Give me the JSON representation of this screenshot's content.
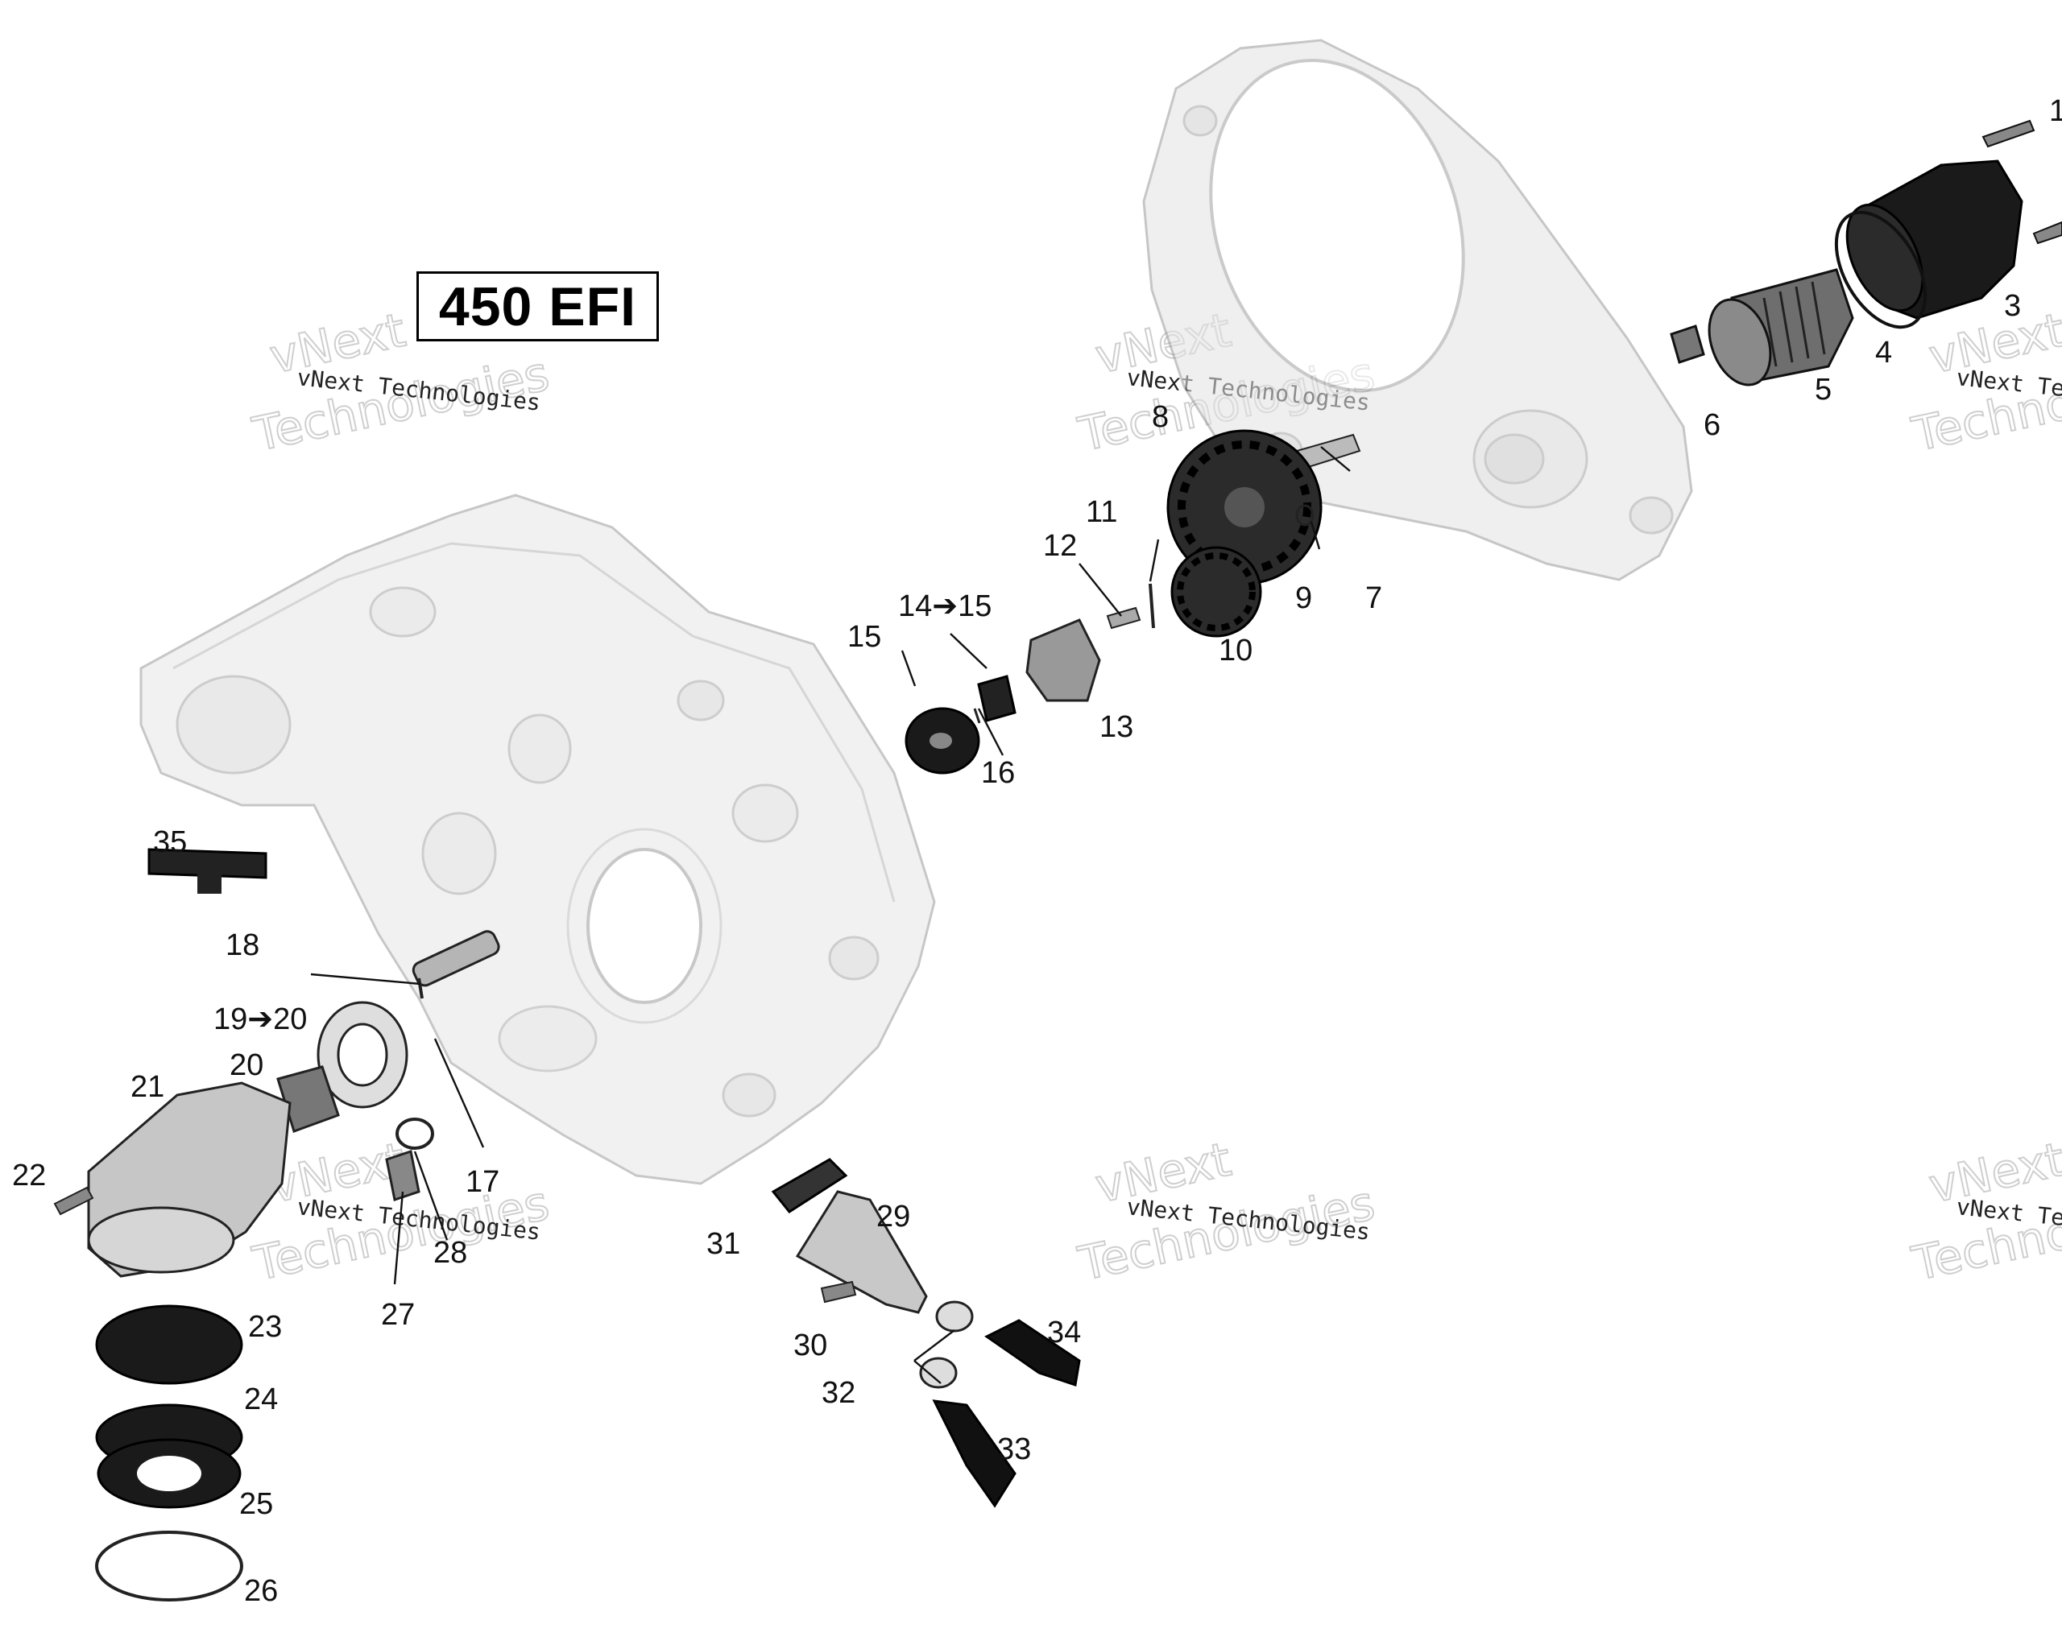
{
  "model_label": "450 EFI",
  "watermark": {
    "line1": "vNext Technologies",
    "big1": "vNext",
    "big2": "Technologies"
  },
  "callouts": {
    "c1": "1",
    "c3": "3",
    "c4": "4",
    "c5": "5",
    "c6": "6",
    "c7": "7",
    "c8": "8",
    "c9": "9",
    "c10": "10",
    "c11": "11",
    "c12": "12",
    "c13": "13",
    "c14": "14➔15",
    "c15": "15",
    "c16": "16",
    "c17": "17",
    "c18": "18",
    "c19": "19➔20",
    "c20": "20",
    "c21": "21",
    "c22": "22",
    "c23": "23",
    "c24": "24",
    "c25": "25",
    "c26": "26",
    "c27": "27",
    "c28": "28",
    "c29": "29",
    "c30": "30",
    "c31": "31",
    "c32": "32",
    "c33": "33",
    "c34": "34",
    "c35": "35"
  }
}
